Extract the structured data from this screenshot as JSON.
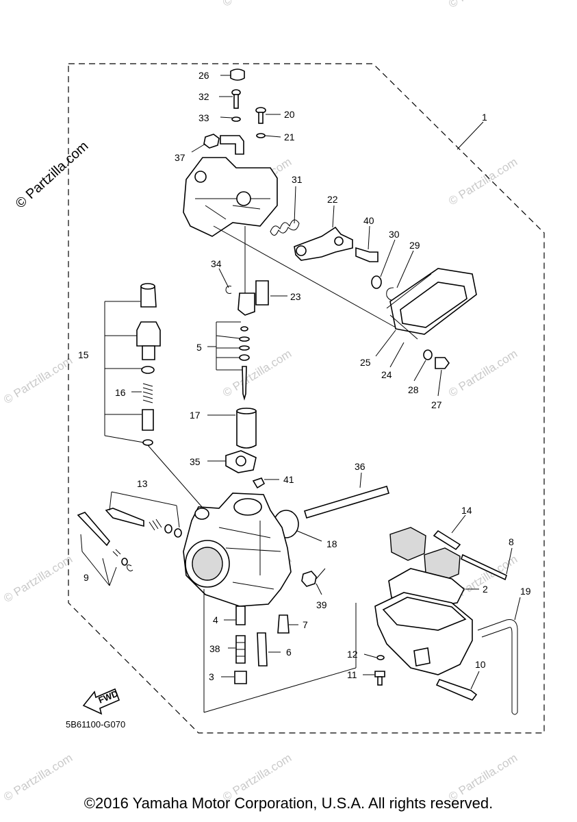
{
  "diagram_code": "5B61100-G070",
  "fwd_label": "FWD",
  "copyright": "©2016 Yamaha Motor Corporation, U.S.A. All rights reserved.",
  "side_watermark": "© Partzilla.com",
  "watermark": "© Partzilla.com",
  "callouts": {
    "c1": "1",
    "c2": "2",
    "c3": "3",
    "c4": "4",
    "c5": "5",
    "c6": "6",
    "c7": "7",
    "c8": "8",
    "c9": "9",
    "c10": "10",
    "c11": "11",
    "c12": "12",
    "c13": "13",
    "c14": "14",
    "c15": "15",
    "c16": "16",
    "c17": "17",
    "c18": "18",
    "c19": "19",
    "c20": "20",
    "c21": "21",
    "c22": "22",
    "c23": "23",
    "c24": "24",
    "c25": "25",
    "c26": "26",
    "c27": "27",
    "c28": "28",
    "c29": "29",
    "c30": "30",
    "c31": "31",
    "c32": "32",
    "c33": "33",
    "c34": "34",
    "c35": "35",
    "c36": "36",
    "c37": "37",
    "c38": "38",
    "c39": "39",
    "c40": "40",
    "c41": "41"
  }
}
